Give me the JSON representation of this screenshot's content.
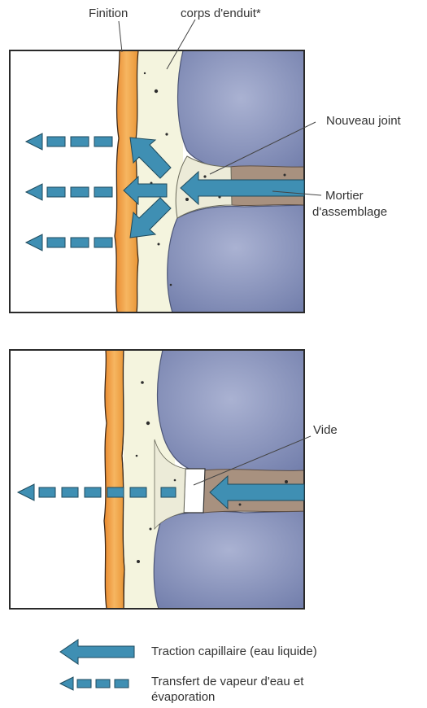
{
  "labels": {
    "finition": "Finition",
    "corps_enduit": "corps d'enduit*",
    "nouveau_joint": "Nouveau joint",
    "mortier_line1": "Mortier",
    "mortier_line2": "d'assemblage",
    "vide": "Vide"
  },
  "legend": {
    "capillary": "Traction capillaire (eau liquide)",
    "vapour_line1": "Transfert de vapeur d'eau et",
    "vapour_line2": "évaporation"
  },
  "colors": {
    "arrow": "#3f8fb3",
    "finish": "#f0a24a",
    "render": "#f3f3dc",
    "stone": "#7f8ab3",
    "mortar": "#a48f80"
  }
}
